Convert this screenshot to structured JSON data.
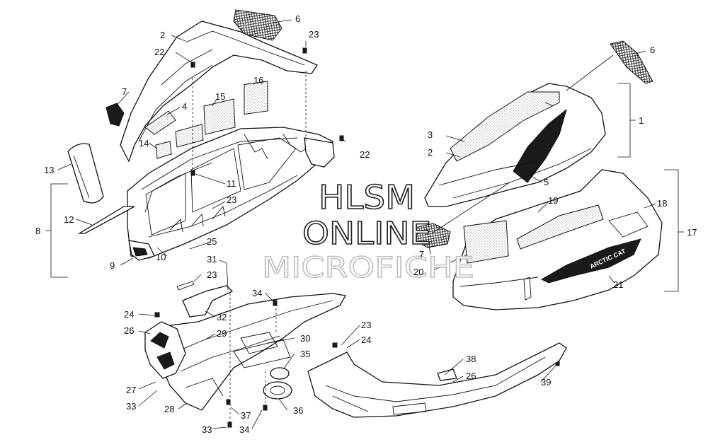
{
  "watermark": {
    "line1": "HLSM",
    "line2": "ONLINE",
    "line3": "MICROFICHE"
  },
  "callouts": [
    {
      "id": "c6a",
      "text": "6"
    },
    {
      "id": "c2a",
      "text": "2"
    },
    {
      "id": "c23a",
      "text": "23"
    },
    {
      "id": "c22a",
      "text": "22"
    },
    {
      "id": "c16",
      "text": "16"
    },
    {
      "id": "c7a",
      "text": "7"
    },
    {
      "id": "c15",
      "text": "15"
    },
    {
      "id": "c4",
      "text": "4"
    },
    {
      "id": "c14",
      "text": "14"
    },
    {
      "id": "c22b",
      "text": "22"
    },
    {
      "id": "c13",
      "text": "13"
    },
    {
      "id": "c11",
      "text": "11"
    },
    {
      "id": "c23b",
      "text": "23"
    },
    {
      "id": "c8",
      "text": "8"
    },
    {
      "id": "c12",
      "text": "12"
    },
    {
      "id": "c25",
      "text": "25"
    },
    {
      "id": "c10",
      "text": "10"
    },
    {
      "id": "c9",
      "text": "9"
    },
    {
      "id": "c31",
      "text": "31"
    },
    {
      "id": "c23c",
      "text": "23"
    },
    {
      "id": "c34a",
      "text": "34"
    },
    {
      "id": "c24a",
      "text": "24"
    },
    {
      "id": "c32",
      "text": "32"
    },
    {
      "id": "c26a",
      "text": "26"
    },
    {
      "id": "c29",
      "text": "29"
    },
    {
      "id": "c30",
      "text": "30"
    },
    {
      "id": "c35",
      "text": "35"
    },
    {
      "id": "c27",
      "text": "27"
    },
    {
      "id": "c33a",
      "text": "33"
    },
    {
      "id": "c28",
      "text": "28"
    },
    {
      "id": "c37",
      "text": "37"
    },
    {
      "id": "c36",
      "text": "36"
    },
    {
      "id": "c33b",
      "text": "33"
    },
    {
      "id": "c34b",
      "text": "34"
    },
    {
      "id": "c23d",
      "text": "23"
    },
    {
      "id": "c24b",
      "text": "24"
    },
    {
      "id": "c38",
      "text": "38"
    },
    {
      "id": "c26b",
      "text": "26"
    },
    {
      "id": "c39",
      "text": "39"
    },
    {
      "id": "c6b",
      "text": "6"
    },
    {
      "id": "c1",
      "text": "1"
    },
    {
      "id": "c3",
      "text": "3"
    },
    {
      "id": "c2b",
      "text": "2"
    },
    {
      "id": "c5",
      "text": "5"
    },
    {
      "id": "c19",
      "text": "19"
    },
    {
      "id": "c18",
      "text": "18"
    },
    {
      "id": "c17",
      "text": "17"
    },
    {
      "id": "c7b",
      "text": "7"
    },
    {
      "id": "c20",
      "text": "20"
    },
    {
      "id": "c21",
      "text": "21"
    }
  ],
  "decal_text": "ARCTIC CAT"
}
